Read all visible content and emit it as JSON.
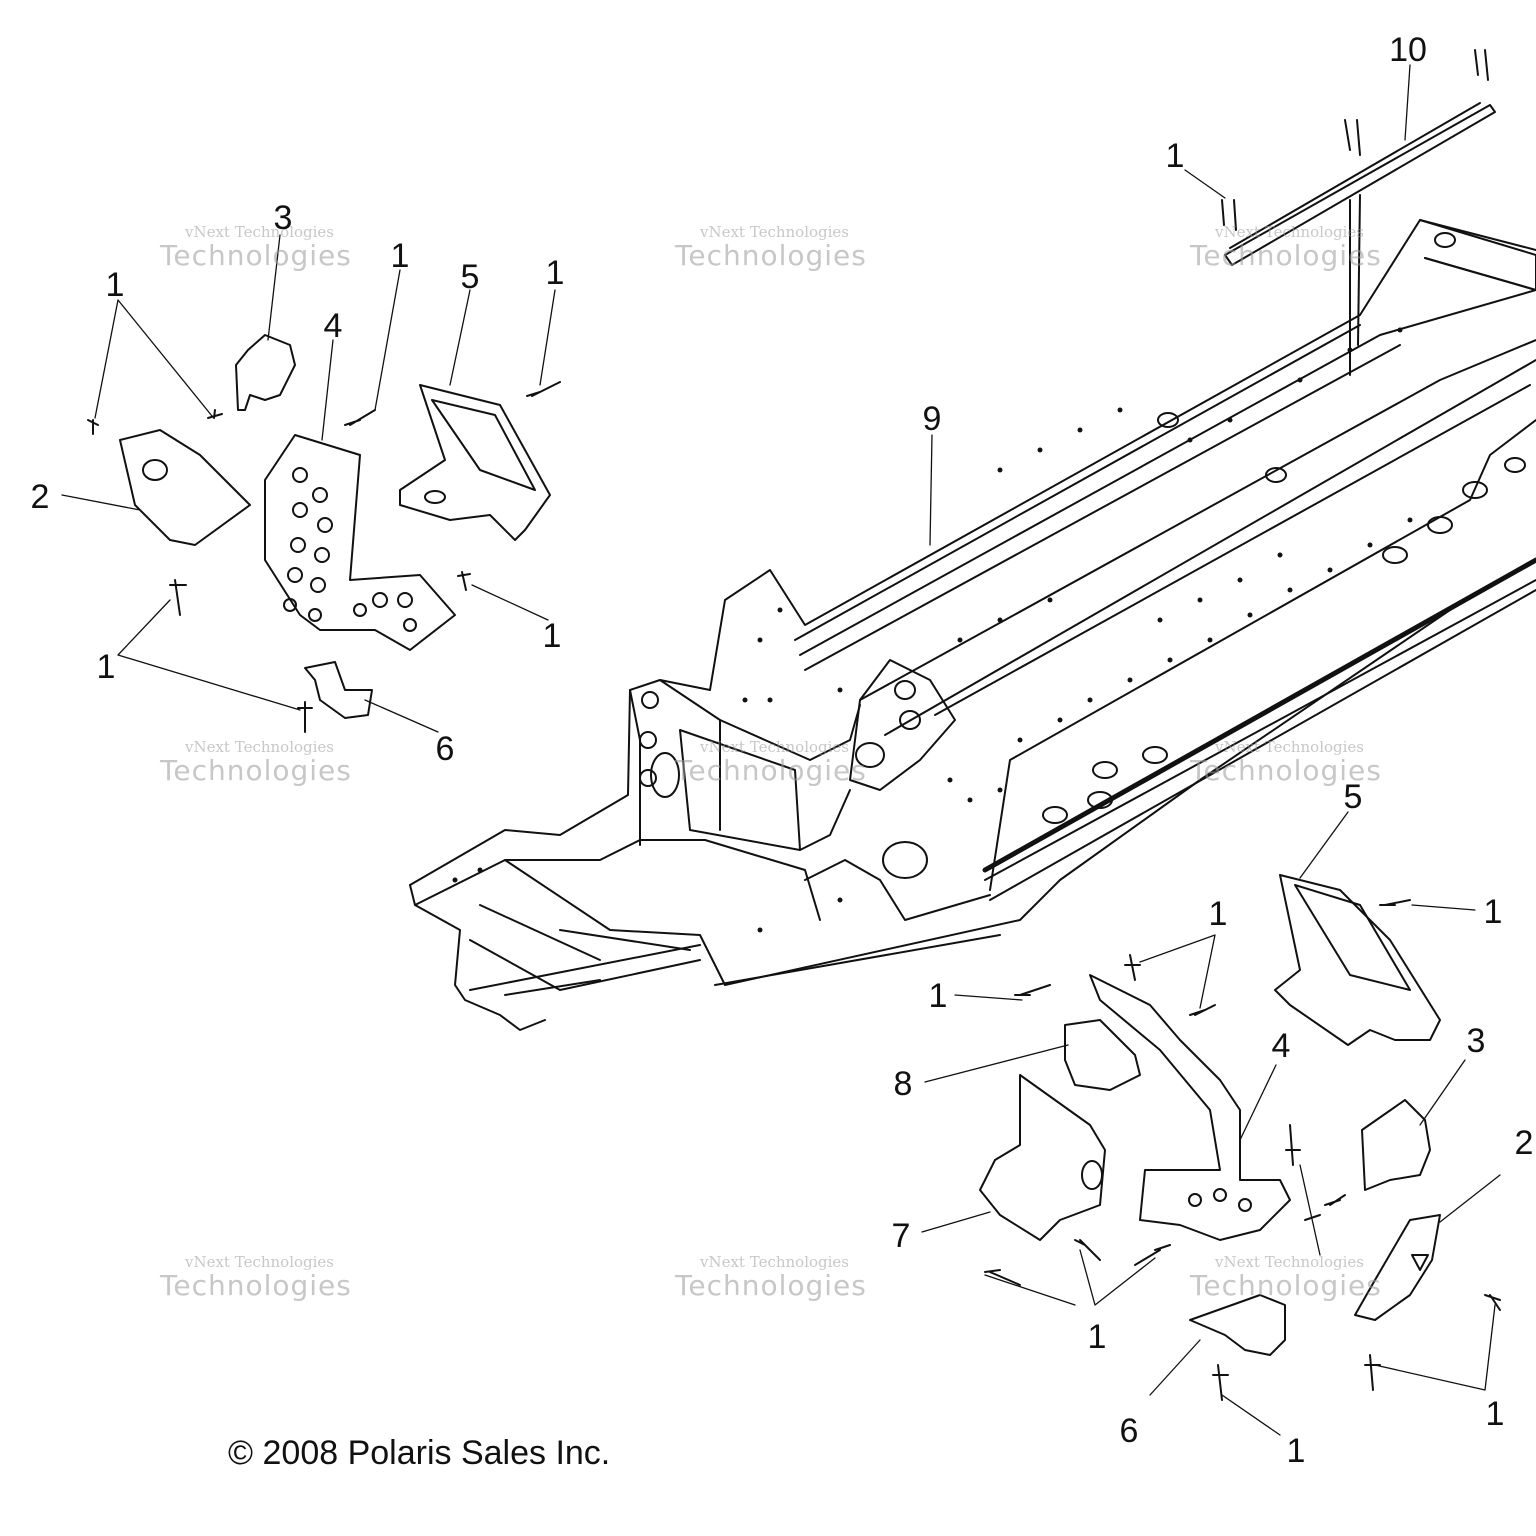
{
  "callouts": [
    {
      "id": "c10",
      "text": "10"
    },
    {
      "id": "c1a",
      "text": "1"
    },
    {
      "id": "c3a",
      "text": "3"
    },
    {
      "id": "c1b",
      "text": "1"
    },
    {
      "id": "c1c",
      "text": "1"
    },
    {
      "id": "c5a",
      "text": "5"
    },
    {
      "id": "c1d",
      "text": "1"
    },
    {
      "id": "c4a",
      "text": "4"
    },
    {
      "id": "c9",
      "text": "9"
    },
    {
      "id": "c2a",
      "text": "2"
    },
    {
      "id": "c1e",
      "text": "1"
    },
    {
      "id": "c1f",
      "text": "1"
    },
    {
      "id": "c6a",
      "text": "6"
    },
    {
      "id": "c5b",
      "text": "5"
    },
    {
      "id": "c1g",
      "text": "1"
    },
    {
      "id": "c1h",
      "text": "1"
    },
    {
      "id": "c1i",
      "text": "1"
    },
    {
      "id": "c4b",
      "text": "4"
    },
    {
      "id": "c3b",
      "text": "3"
    },
    {
      "id": "c8",
      "text": "8"
    },
    {
      "id": "c2b",
      "text": "2"
    },
    {
      "id": "c7",
      "text": "7"
    },
    {
      "id": "c1j",
      "text": "1"
    },
    {
      "id": "c6b",
      "text": "6"
    },
    {
      "id": "c1k",
      "text": "1"
    },
    {
      "id": "c1l",
      "text": "1"
    }
  ],
  "watermark": {
    "line1": "vNext Technologies",
    "line2": "Technologies"
  },
  "copyright": "© 2008 Polaris Sales Inc."
}
